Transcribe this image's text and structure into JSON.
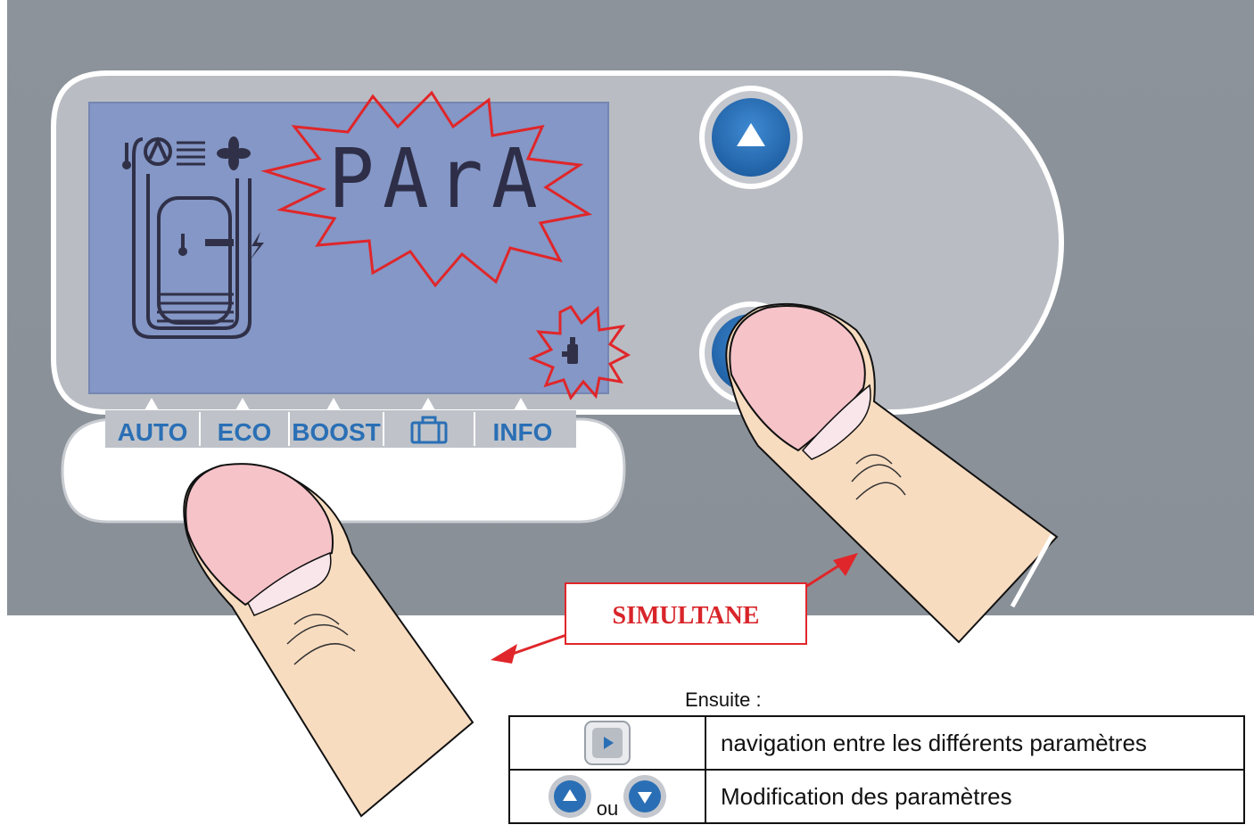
{
  "lcd": {
    "code_text": "PArA"
  },
  "mode_tabs": [
    {
      "label": "AUTO"
    },
    {
      "label": "ECO"
    },
    {
      "label": "BOOST"
    },
    {
      "label": "",
      "icon": "suitcase-icon"
    },
    {
      "label": "INFO"
    }
  ],
  "buttons": {
    "up_icon": "triangle-up-icon",
    "down_icon": "triangle-down-icon"
  },
  "annotation": {
    "label": "SIMULTANE"
  },
  "instructions": {
    "heading": "Ensuite :",
    "rows": [
      {
        "icon": "right-arrow-button-icon",
        "description": "navigation entre les différents paramètres"
      },
      {
        "icon": "up-down-buttons-icon",
        "connector": "ou",
        "description": "Modification des paramètres"
      }
    ]
  },
  "colors": {
    "panel_bg": "#8e949c",
    "panel_face": "#b8bcc2",
    "lcd_bg": "#8396c4",
    "lcd_ink": "#3a3a52",
    "button_blue": "#2a6fb5",
    "tab_text": "#2a6fb5",
    "highlight_red": "#e0262a",
    "skin": "#f8dcc0",
    "nail": "#f6c3c9"
  }
}
